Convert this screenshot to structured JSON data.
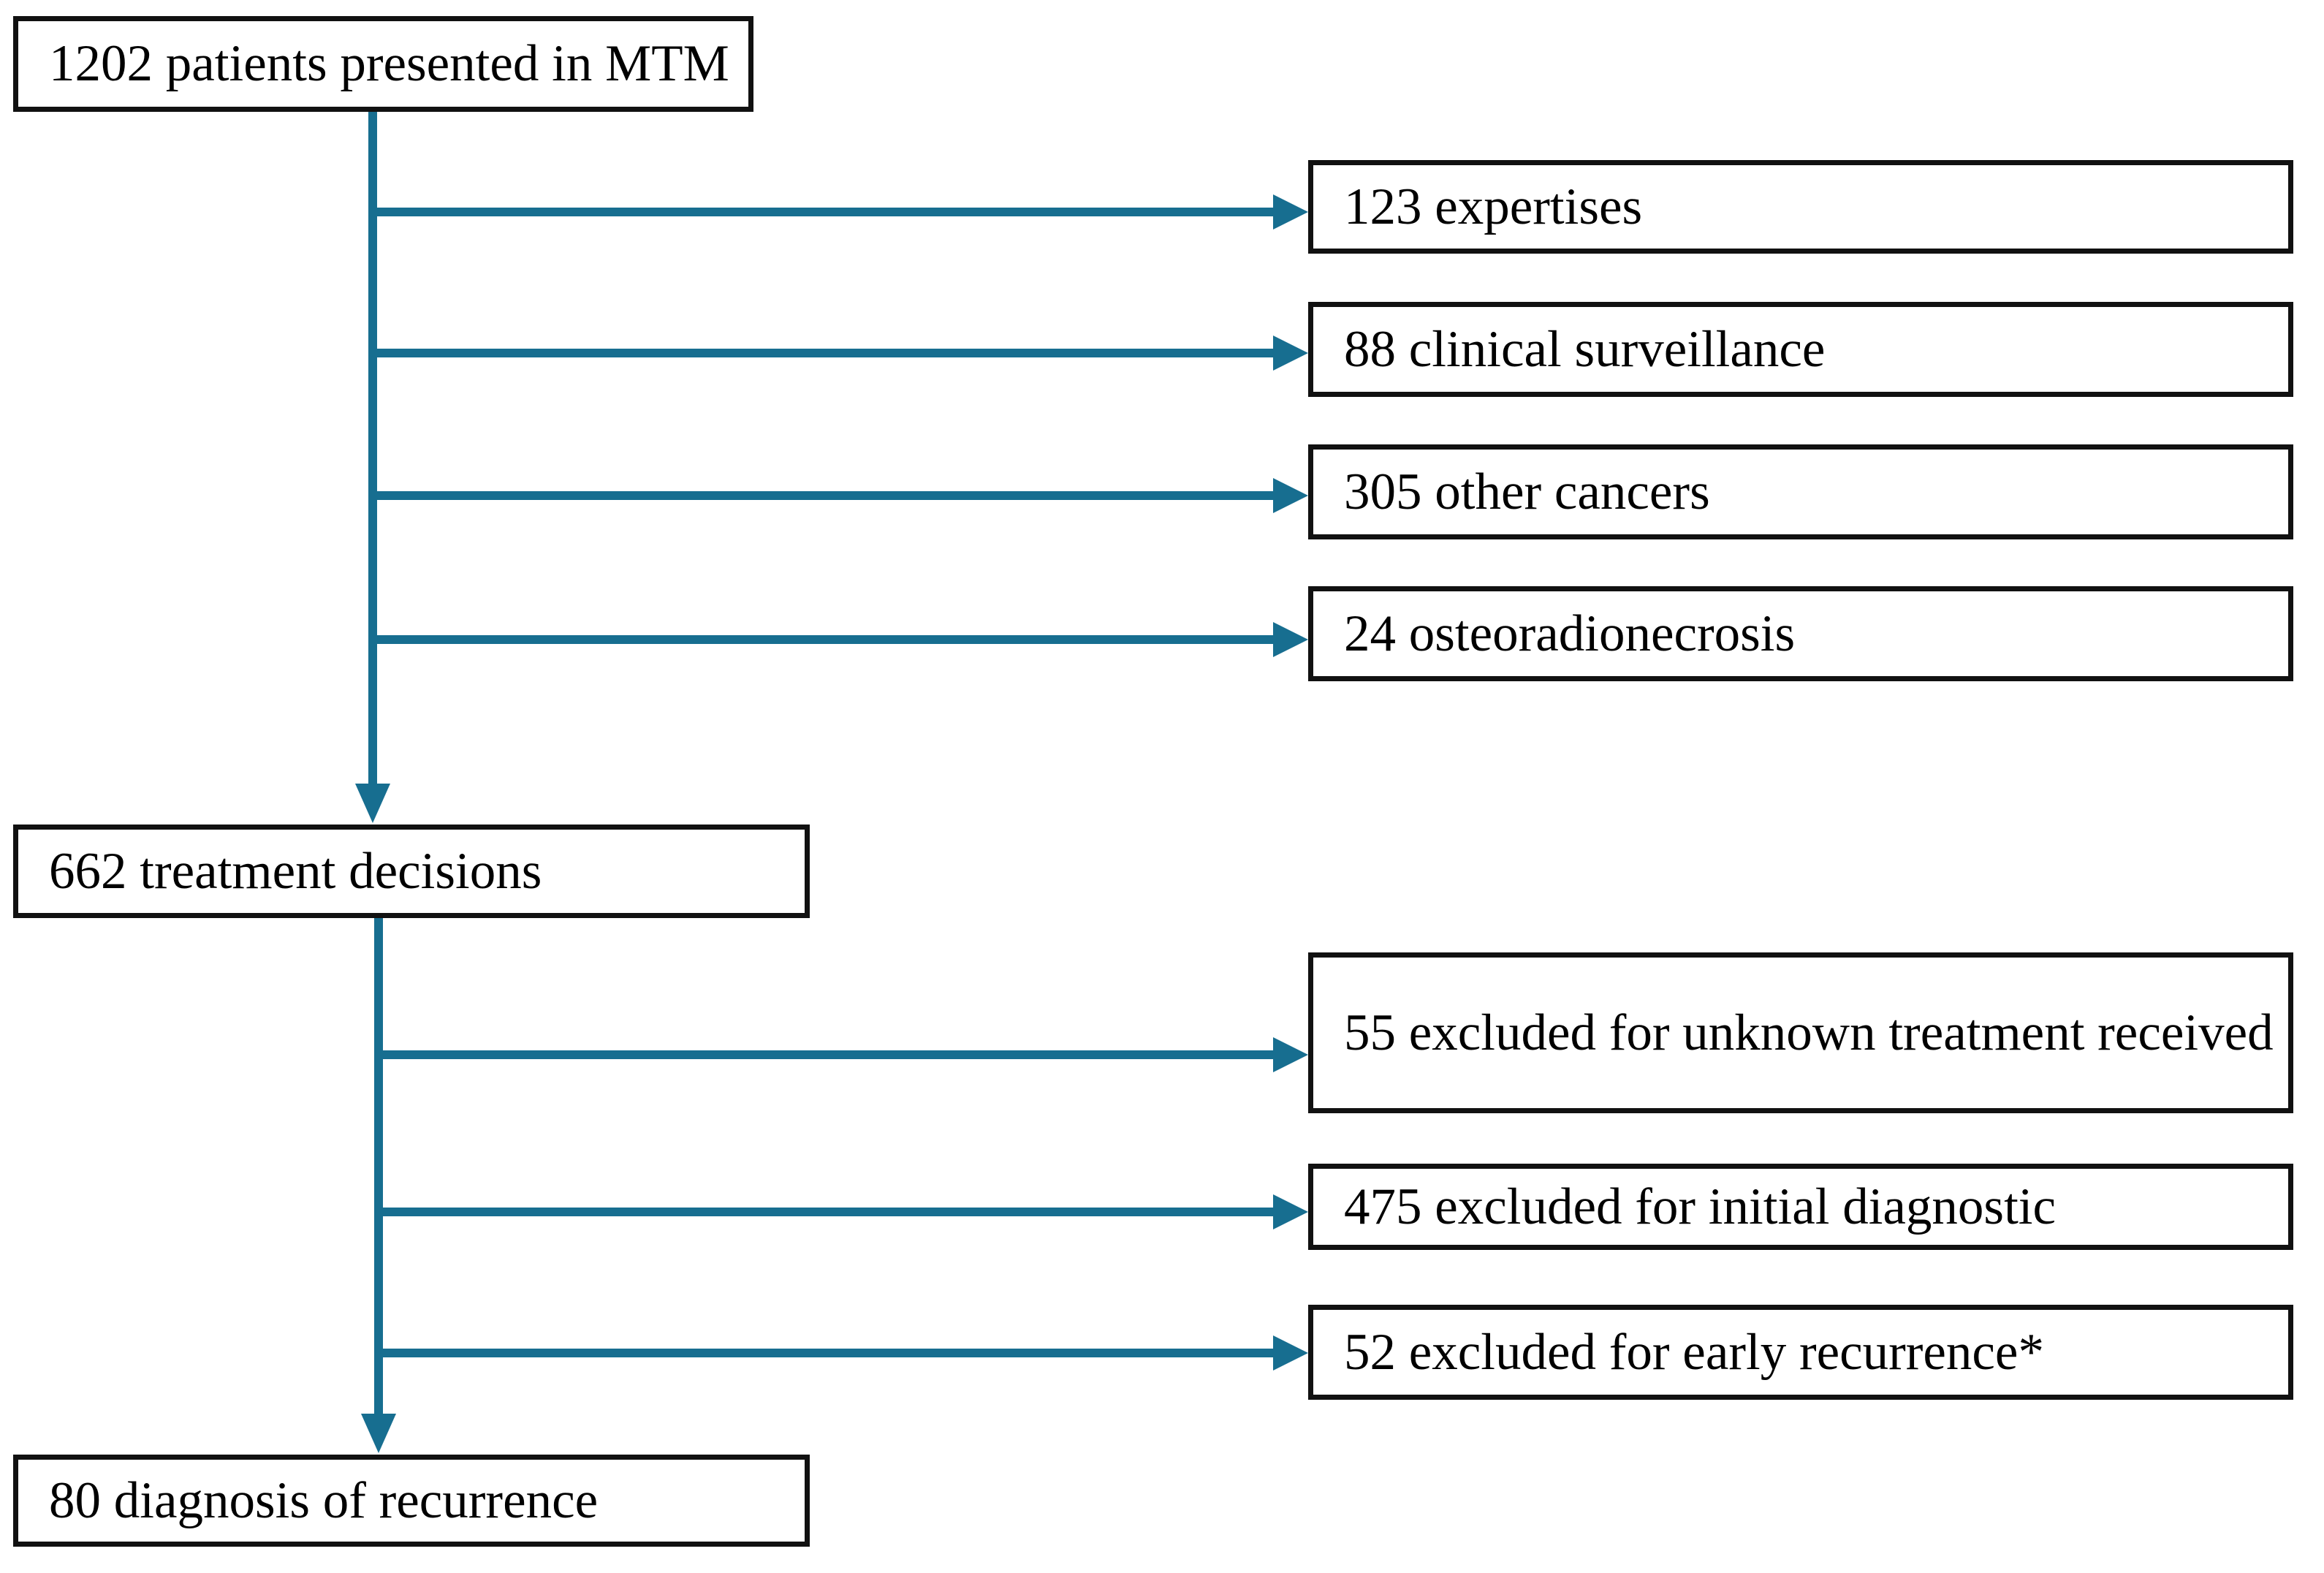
{
  "flowchart": {
    "accent_color": "#176e90",
    "main_path": [
      {
        "id": "patients-presented",
        "label": "1202 patients presented in MTM"
      },
      {
        "id": "treatment-decisions",
        "label": "662 treatment decisions"
      },
      {
        "id": "diagnosis-of-recurrence",
        "label": "80 diagnosis of recurrence"
      }
    ],
    "exclusions_stage1": [
      {
        "label": "123 expertises"
      },
      {
        "label": "88 clinical surveillance"
      },
      {
        "label": "305 other cancers"
      },
      {
        "label": "24 osteoradionecrosis"
      }
    ],
    "exclusions_stage2": [
      {
        "label": "55 excluded for unknown treatment received"
      },
      {
        "label": "475 excluded for initial diagnostic"
      },
      {
        "label": "52 excluded for early recurrence*"
      }
    ]
  }
}
